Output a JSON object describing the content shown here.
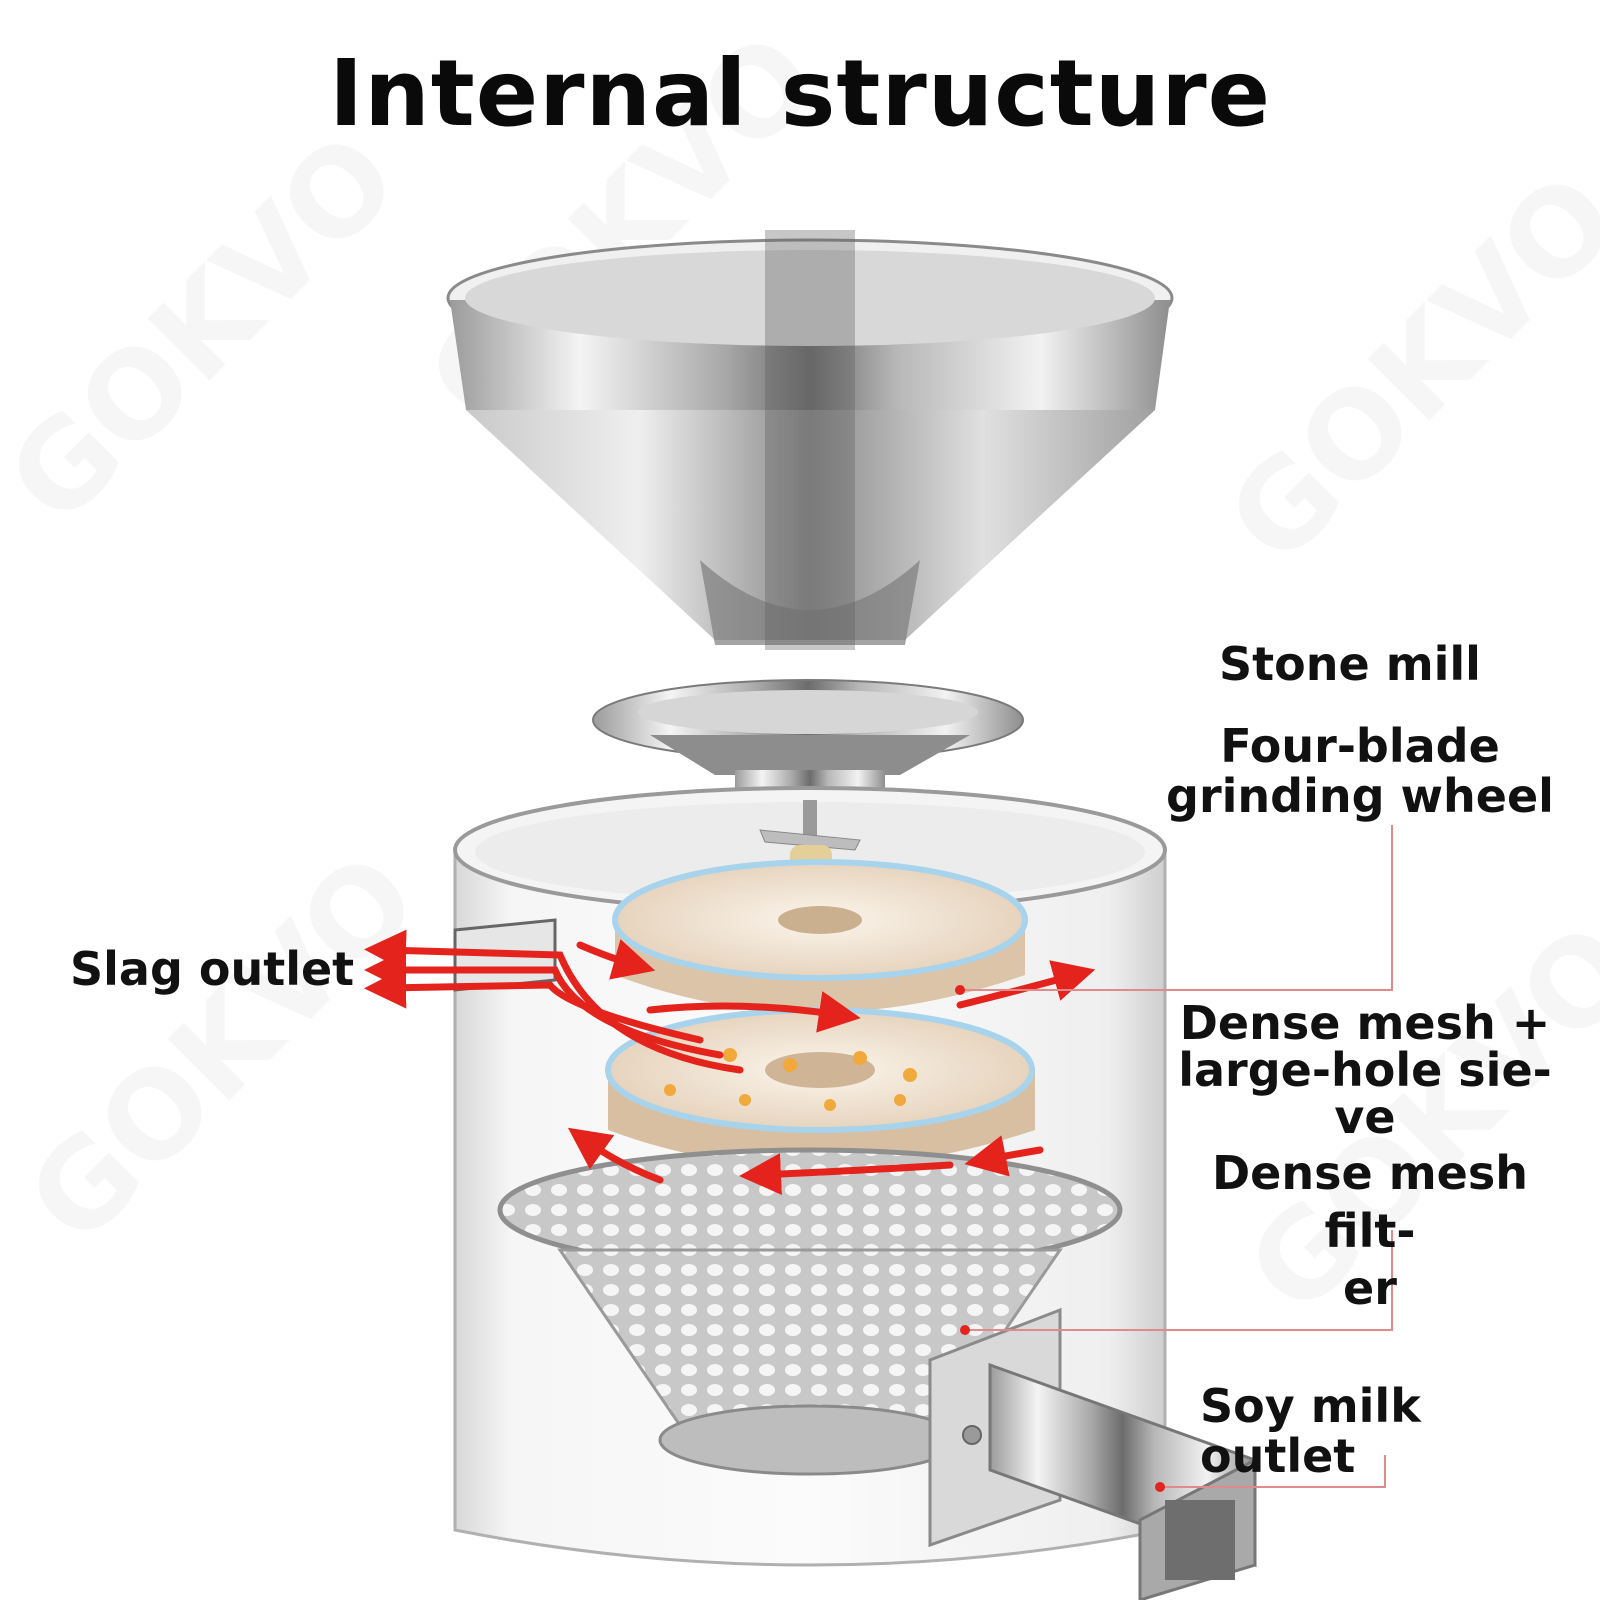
{
  "title": "Internal structure",
  "watermark": "GOKVO",
  "labels": {
    "stone_mill": "Stone mill",
    "grinding_wheel_line1": "Four-blade",
    "grinding_wheel_line2": "grinding wheel",
    "slag_outlet": "Slag outlet",
    "dense_mesh_sieve_line1": "Dense mesh +",
    "dense_mesh_sieve_line2": "large-hole sie-",
    "dense_mesh_sieve_line3": "ve",
    "dense_mesh_filter_line1": "Dense mesh filt-",
    "dense_mesh_filter_line2": "er",
    "soy_milk_outlet": "Soy milk outlet"
  },
  "colors": {
    "arrow_red": "#e4231c",
    "leader_line": "#e08a8a",
    "steel_light": "#e8e8e8",
    "steel_dark": "#7a7a7a",
    "stone": "#efe4d6"
  }
}
